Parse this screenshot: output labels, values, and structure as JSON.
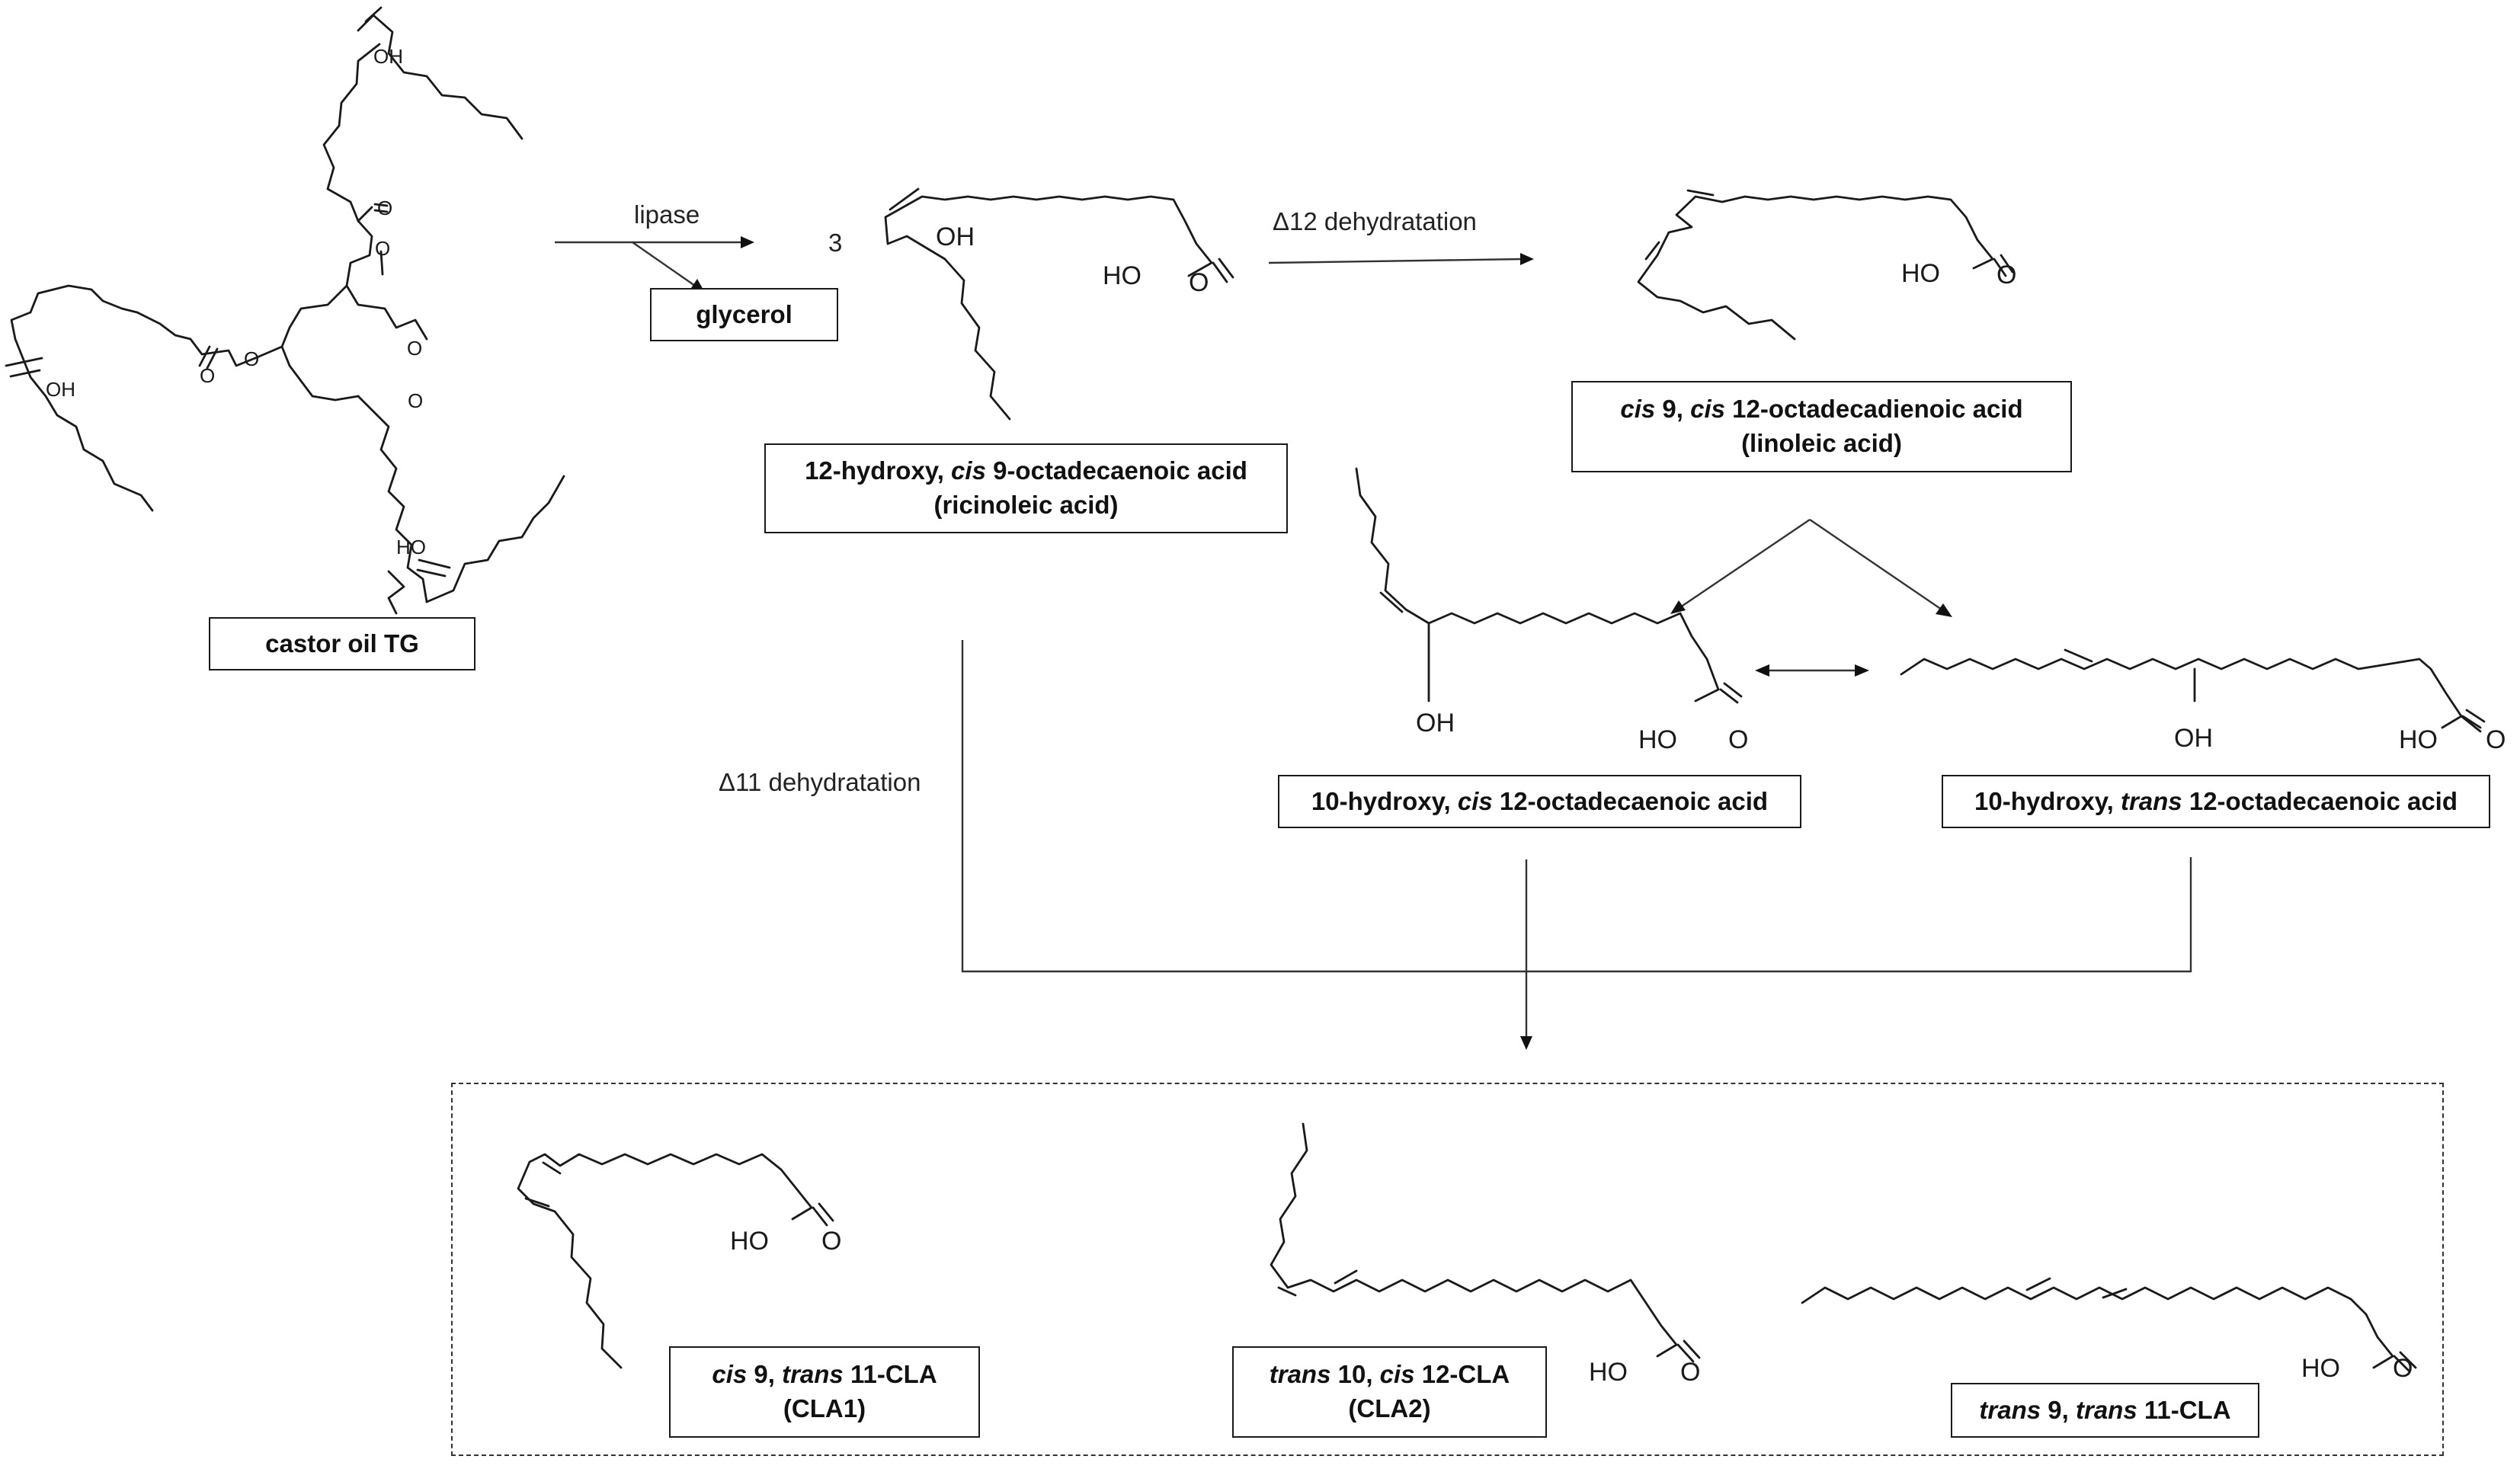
{
  "conditions": {
    "lipase": "lipase",
    "stoich": "3",
    "d12": "Δ12 dehydratation",
    "d11": "Δ11 dehydratation"
  },
  "atoms": {
    "oh": "OH",
    "ho": "HO",
    "o": "O"
  },
  "labels": {
    "castor": "castor oil TG",
    "glycerol": "glycerol",
    "ricinoleic": {
      "pre": "12-hydroxy, ",
      "it1": "cis",
      "post": " 9-octadecaenoic acid",
      "line2": "(ricinoleic acid)"
    },
    "linoleic": {
      "it1": "cis",
      "mid": " 9, ",
      "it2": "cis",
      "post": " 12-octadecadienoic acid",
      "line2": "(linoleic acid)"
    },
    "hydroxy_cis": {
      "pre": "10-hydroxy, ",
      "it1": "cis",
      "post": " 12-octadecaenoic acid"
    },
    "hydroxy_trans": {
      "pre": "10-hydroxy, ",
      "it1": "trans",
      "post": " 12-octadecaenoic acid"
    },
    "cla1": {
      "it1": "cis",
      "mid": " 9, ",
      "it2": "trans",
      "post": " 11-CLA",
      "line2": "(CLA1)"
    },
    "cla2": {
      "it1": "trans",
      "mid": " 10, ",
      "it2": "cis",
      "post": " 12-CLA",
      "line2": "(CLA2)"
    },
    "cla3": {
      "it1": "trans",
      "mid": " 9, ",
      "it2": "trans",
      "post": " 11-CLA"
    }
  }
}
